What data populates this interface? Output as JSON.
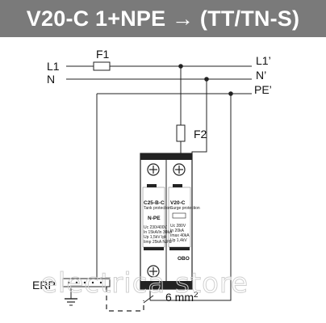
{
  "header": {
    "title": "V20-C 1+NPE → (TT/TN-S)",
    "background": "#7a7a7a",
    "text_color": "#ffffff"
  },
  "diagram": {
    "lines": {
      "l1": "L1",
      "n": "N",
      "l1_out": "L1’",
      "n_out": "N’",
      "pe_out": "PE’"
    },
    "fuses": {
      "f1": "F1",
      "f2": "F2"
    },
    "earthing_label": "ERP",
    "wire_size": "6 mm",
    "wire_size_exp": "2",
    "module_left": {
      "name": "C25-B-C",
      "sub": "Tank protection",
      "mode": "N-PE",
      "spec1": "Uc  230/400V",
      "spec2": "In 15kA/In 30kA",
      "spec3": "Up  1,5kV  Ipk",
      "spec4": "Iimp 25kA  N/PE"
    },
    "module_right": {
      "name": "V20-C",
      "sub": "Surge protection",
      "spec1": "Uc 280V",
      "spec2": "In 20kA",
      "spec3": "Imax 40kA",
      "spec4": "Up 1,4kV"
    },
    "brand": "OBO",
    "watermark": "electrica store"
  },
  "colors": {
    "line": "#222222",
    "device_body": "#ffffff",
    "device_dark": "#222222"
  }
}
